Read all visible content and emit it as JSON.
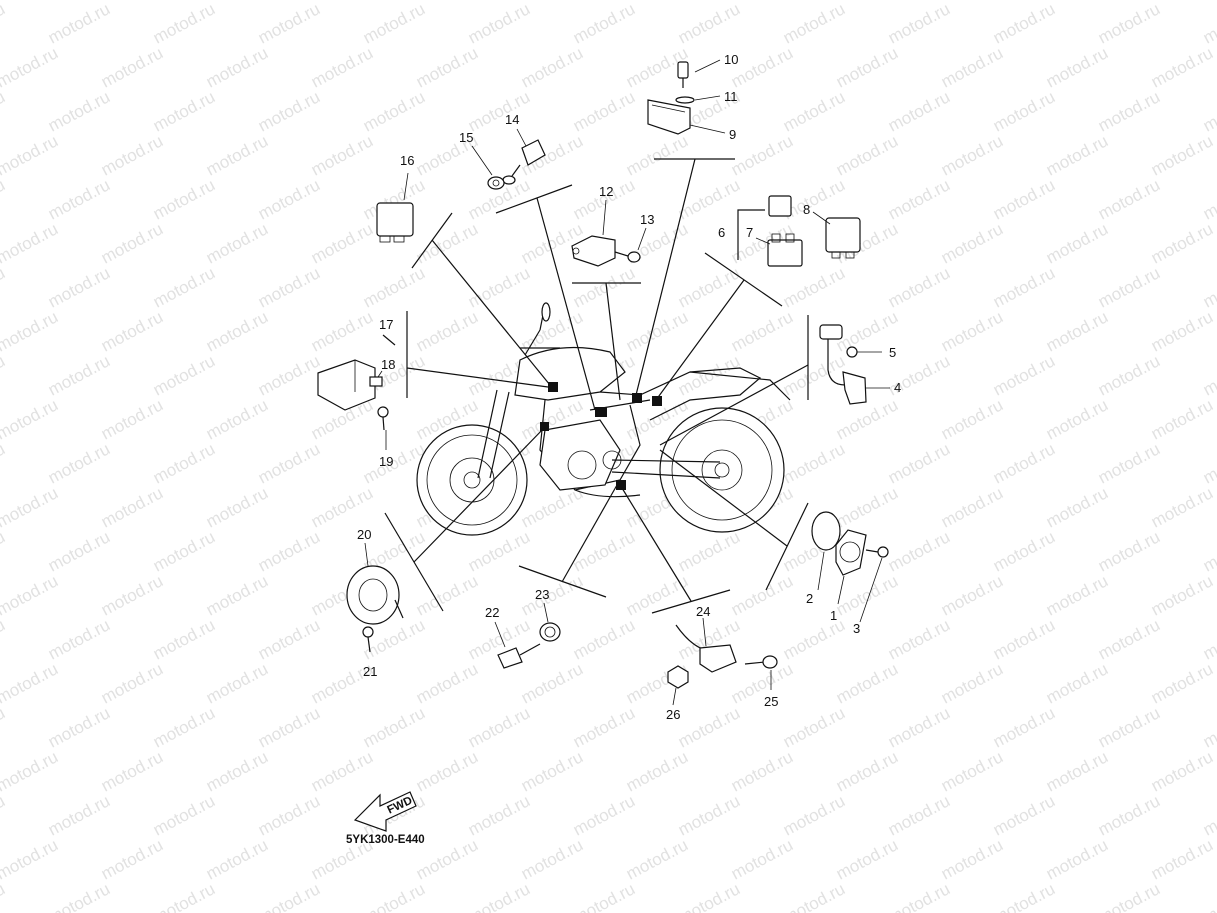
{
  "diagram": {
    "code": "5YK1300-E440",
    "watermark": "motod.ru",
    "fwd_label": "FWD",
    "callouts": [
      {
        "label": "1"
      },
      {
        "label": "2"
      },
      {
        "label": "3"
      },
      {
        "label": "4"
      },
      {
        "label": "5"
      },
      {
        "label": "6"
      },
      {
        "label": "7"
      },
      {
        "label": "8"
      },
      {
        "label": "9"
      },
      {
        "label": "10"
      },
      {
        "label": "11"
      },
      {
        "label": "12"
      },
      {
        "label": "13"
      },
      {
        "label": "14"
      },
      {
        "label": "15"
      },
      {
        "label": "16"
      },
      {
        "label": "17"
      },
      {
        "label": "18"
      },
      {
        "label": "19"
      },
      {
        "label": "20"
      },
      {
        "label": "21"
      },
      {
        "label": "22"
      },
      {
        "label": "23"
      },
      {
        "label": "24"
      },
      {
        "label": "25"
      },
      {
        "label": "26"
      }
    ]
  }
}
